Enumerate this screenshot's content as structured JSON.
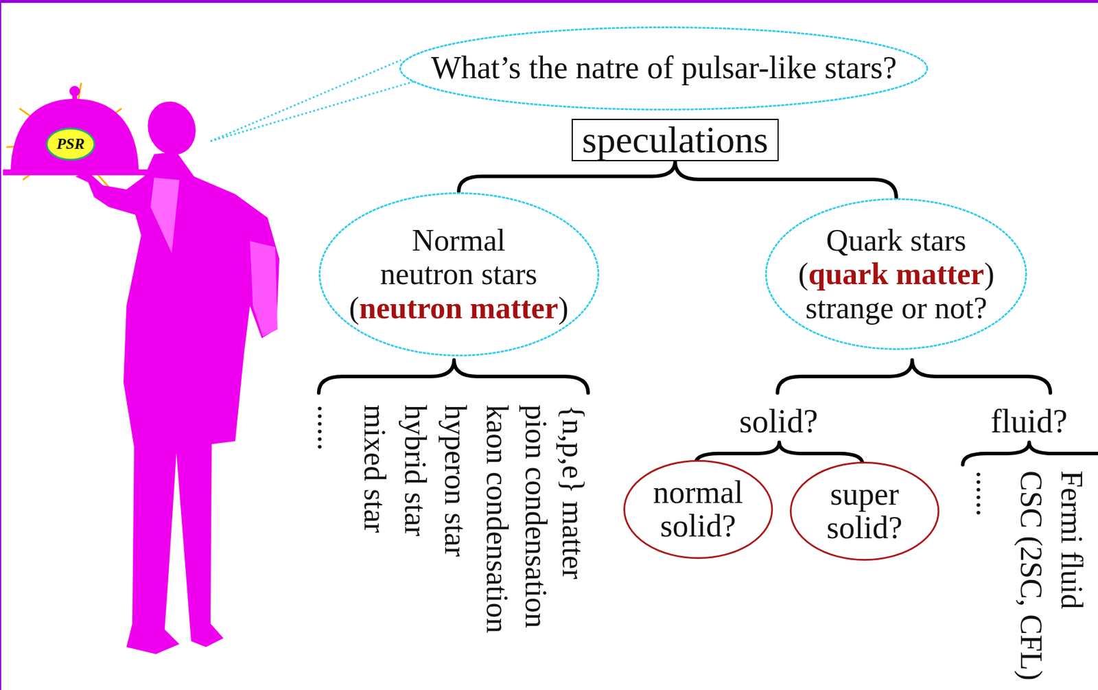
{
  "diagram": {
    "nodes": [
      {
        "text": [
          "PSR"
        ]
      },
      {
        "text": [
          "What’s the natre of pulsar-like stars?"
        ]
      },
      {
        "text": [
          "speculations"
        ]
      },
      {
        "text": [
          "Normal neutron stars",
          "(",
          "neutron matter",
          ")"
        ]
      },
      {
        "text": [
          "Quark stars",
          "(",
          "quark matter",
          ")",
          "strange or not?"
        ]
      },
      {
        "text": [
          "normal solid?"
        ]
      },
      {
        "text": [
          "super solid?"
        ]
      }
    ],
    "edges": [
      {
        "from": 2,
        "to": 3,
        "arrow": "none"
      },
      {
        "from": 2,
        "to": 4,
        "arrow": "none"
      }
    ],
    "labels": [
      "{n,p,e} matter",
      "pion condensation",
      "kaon condensation",
      "hyperon star",
      "hybrid star",
      "mixed star",
      "......",
      "solid?",
      "fluid?",
      "Fermi fluid",
      "CSC (2SC, CFL)",
      "......"
    ]
  }
}
